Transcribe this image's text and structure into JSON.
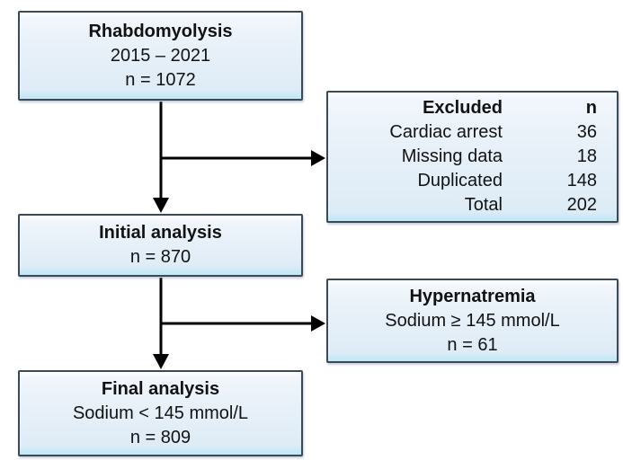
{
  "diagram": {
    "type": "flowchart",
    "boxes": {
      "rhabdomyolysis": {
        "title": "Rhabdomyolysis",
        "period": "2015 – 2021",
        "count": "n = 1072"
      },
      "excluded": {
        "header": {
          "label": "Excluded",
          "value": "n"
        },
        "rows": [
          {
            "label": "Cardiac arrest",
            "value": "36"
          },
          {
            "label": "Missing data",
            "value": "18"
          },
          {
            "label": "Duplicated",
            "value": "148"
          },
          {
            "label": "Total",
            "value": "202"
          }
        ]
      },
      "initial_analysis": {
        "title": "Initial analysis",
        "count": "n = 870"
      },
      "hypernatremia": {
        "title": "Hypernatremia",
        "criterion": "Sodium ≥ 145 mmol/L",
        "count": "n = 61"
      },
      "final_analysis": {
        "title": "Final analysis",
        "criterion": "Sodium < 145 mmol/L",
        "count": "n = 809"
      }
    },
    "colors": {
      "background": "#ffffff",
      "box_fill_top": "#f2f7fc",
      "box_fill_bottom": "#dcebf6",
      "box_bevel": "#bfe7f6",
      "box_border": "#3c4a57",
      "arrow": "#000000",
      "text": "#121212"
    }
  }
}
